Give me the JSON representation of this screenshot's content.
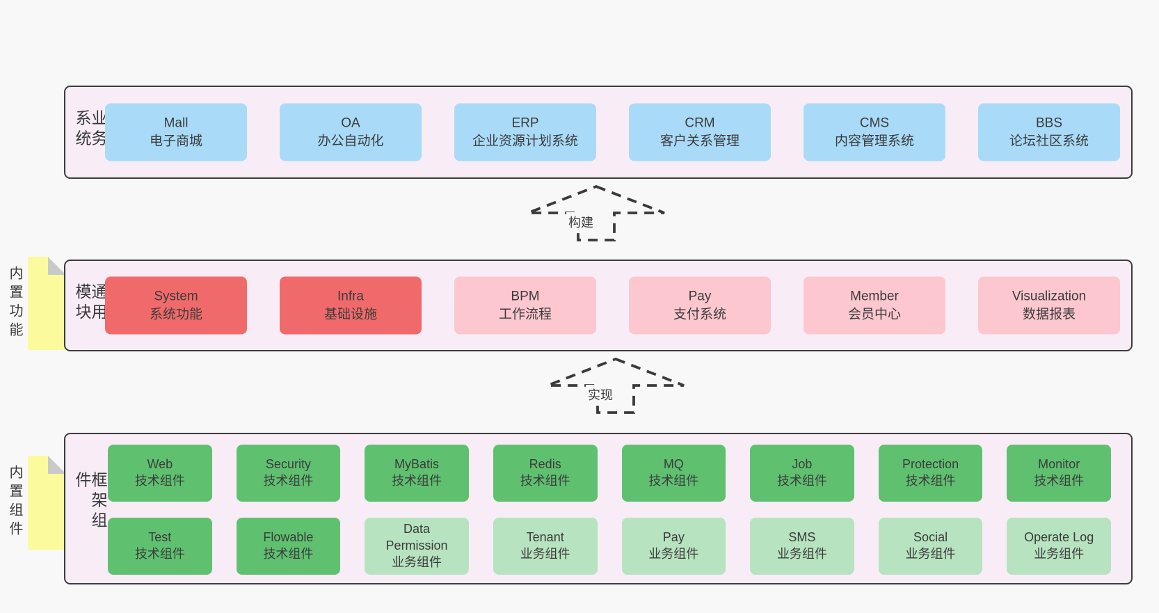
{
  "colors": {
    "pageBg": "#f8f8f8",
    "panelBg": "#f8edf7",
    "borderColor": "#3c3c3c",
    "noteYellow": "#fbfa9d",
    "noteFold": "#c9c9c9",
    "text": "#3b3b3b",
    "blue": "#a9dbf8",
    "red": "#f16a6b",
    "pink": "#fcc7cf",
    "green": "#5fc170",
    "lightGreen": "#b7e3c0"
  },
  "business": {
    "label": "业务系统",
    "boxes": [
      {
        "name": "Mall",
        "desc": "电子商城",
        "variant": "blue"
      },
      {
        "name": "OA",
        "desc": "办公自动化",
        "variant": "blue"
      },
      {
        "name": "ERP",
        "desc": "企业资源计划系统",
        "variant": "blue"
      },
      {
        "name": "CRM",
        "desc": "客户关系管理",
        "variant": "blue"
      },
      {
        "name": "CMS",
        "desc": "内容管理系统",
        "variant": "blue"
      },
      {
        "name": "BBS",
        "desc": "论坛社区系统",
        "variant": "blue"
      }
    ]
  },
  "arrows": {
    "build": {
      "label": "构建"
    },
    "implement": {
      "label": "实现"
    }
  },
  "modules": {
    "label": "通用模块",
    "tag": "内置功能",
    "boxes": [
      {
        "name": "System",
        "desc": "系统功能",
        "variant": "red"
      },
      {
        "name": "Infra",
        "desc": "基础设施",
        "variant": "red"
      },
      {
        "name": "BPM",
        "desc": "工作流程",
        "variant": "pink"
      },
      {
        "name": "Pay",
        "desc": "支付系统",
        "variant": "pink"
      },
      {
        "name": "Member",
        "desc": "会员中心",
        "variant": "pink"
      },
      {
        "name": "Visualization",
        "desc": "数据报表",
        "variant": "pink"
      }
    ]
  },
  "framework": {
    "label": "框架组件",
    "tag": "内置组件",
    "row1": [
      {
        "name": "Web",
        "desc": "技术组件",
        "variant": "green"
      },
      {
        "name": "Security",
        "desc": "技术组件",
        "variant": "green"
      },
      {
        "name": "MyBatis",
        "desc": "技术组件",
        "variant": "green"
      },
      {
        "name": "Redis",
        "desc": "技术组件",
        "variant": "green"
      },
      {
        "name": "MQ",
        "desc": "技术组件",
        "variant": "green"
      },
      {
        "name": "Job",
        "desc": "技术组件",
        "variant": "green"
      },
      {
        "name": "Protection",
        "desc": "技术组件",
        "variant": "green"
      },
      {
        "name": "Monitor",
        "desc": "技术组件",
        "variant": "green"
      }
    ],
    "row2": [
      {
        "name": "Test",
        "desc": "技术组件",
        "variant": "green"
      },
      {
        "name": "Flowable",
        "desc": "技术组件",
        "variant": "green"
      },
      {
        "name": "Data Permission",
        "desc": "业务组件",
        "variant": "lightGreen"
      },
      {
        "name": "Tenant",
        "desc": "业务组件",
        "variant": "lightGreen"
      },
      {
        "name": "Pay",
        "desc": "业务组件",
        "variant": "lightGreen"
      },
      {
        "name": "SMS",
        "desc": "业务组件",
        "variant": "lightGreen"
      },
      {
        "name": "Social",
        "desc": "业务组件",
        "variant": "lightGreen"
      },
      {
        "name": "Operate Log",
        "desc": "业务组件",
        "variant": "lightGreen"
      }
    ]
  }
}
